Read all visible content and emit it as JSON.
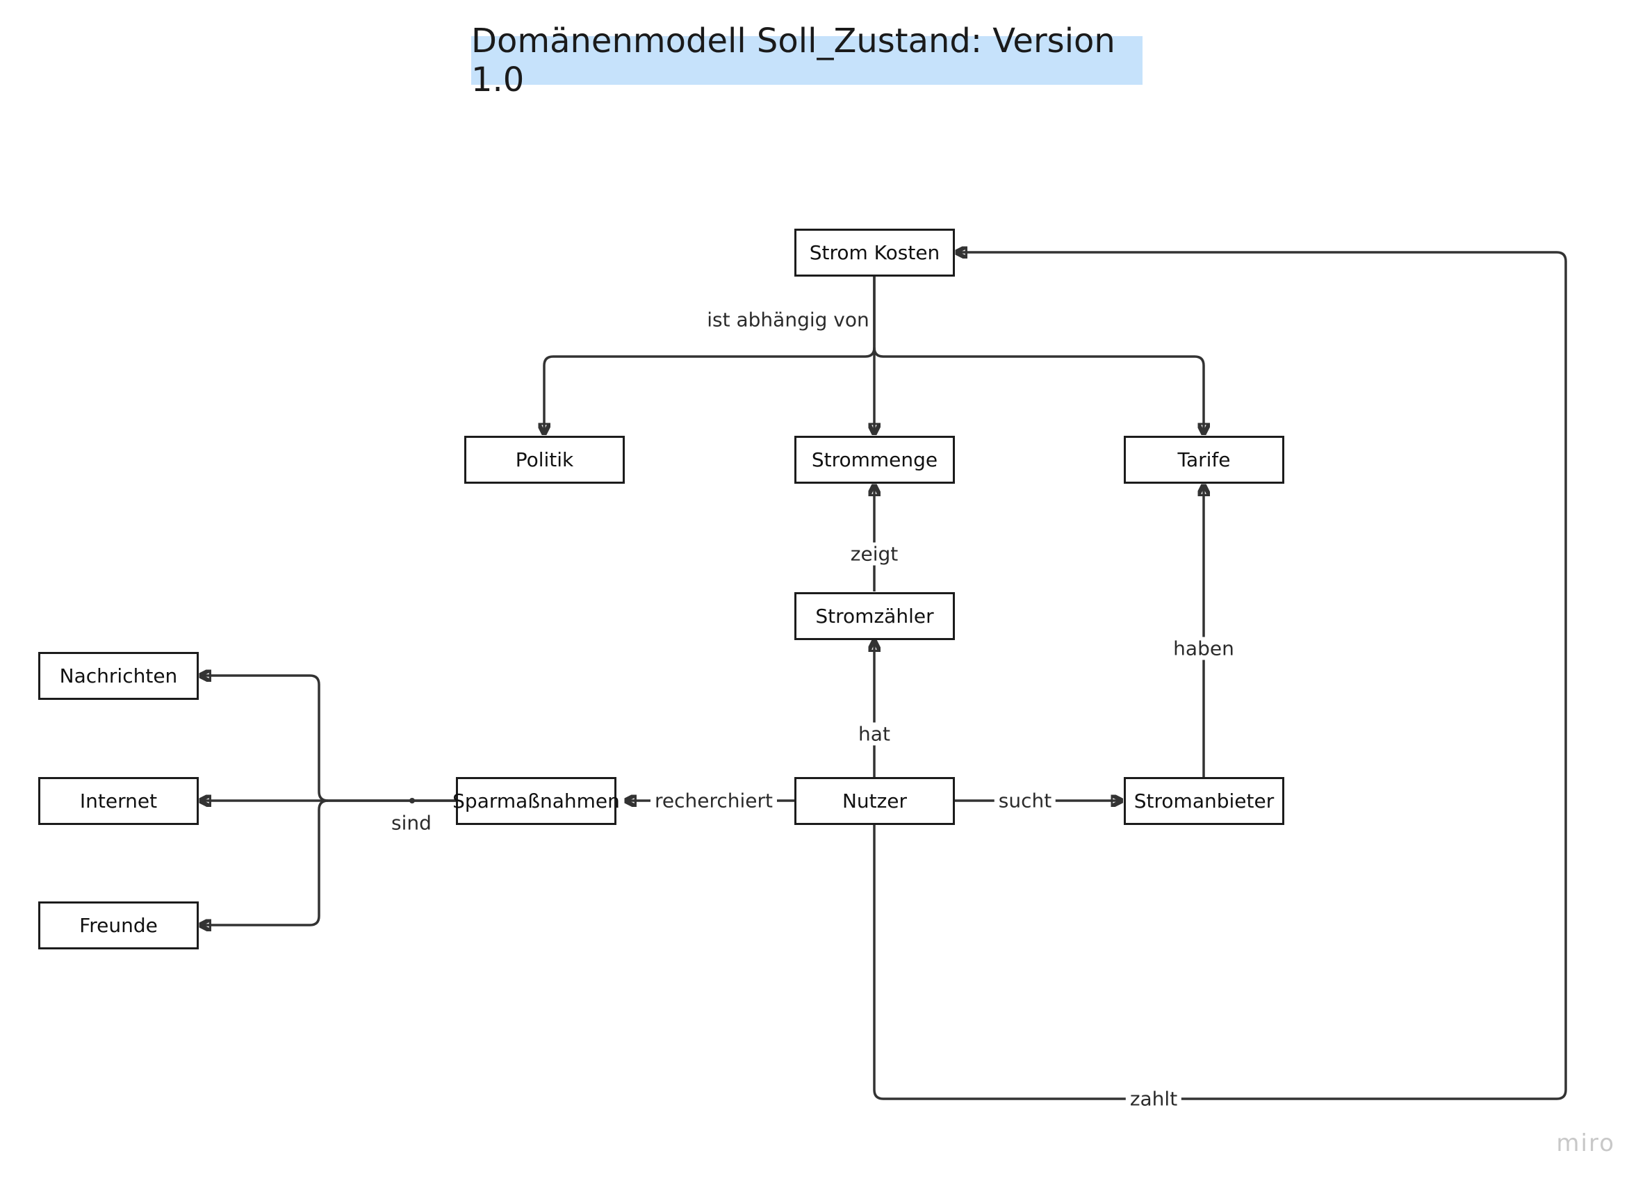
{
  "title": "Domänenmodell Soll_Zustand: Version 1.0",
  "nodes": {
    "strom_kosten": "Strom Kosten",
    "politik": "Politik",
    "strommenge": "Strommenge",
    "tarife": "Tarife",
    "stromzaehler": "Stromzähler",
    "nachrichten": "Nachrichten",
    "internet": "Internet",
    "freunde": "Freunde",
    "sparmassnahmen": "Sparmaßnahmen",
    "nutzer": "Nutzer",
    "stromanbieter": "Stromanbieter"
  },
  "edges": {
    "ist_abhaengig_von": "ist abhängig von",
    "zeigt": "zeigt",
    "hat": "hat",
    "haben": "haben",
    "recherchiert": "recherchiert",
    "sucht": "sucht",
    "sind": "sind",
    "zahlt": "zahlt"
  },
  "watermark": "miro",
  "colors": {
    "title_highlight": "#c6e2fb",
    "stroke": "#333333"
  }
}
